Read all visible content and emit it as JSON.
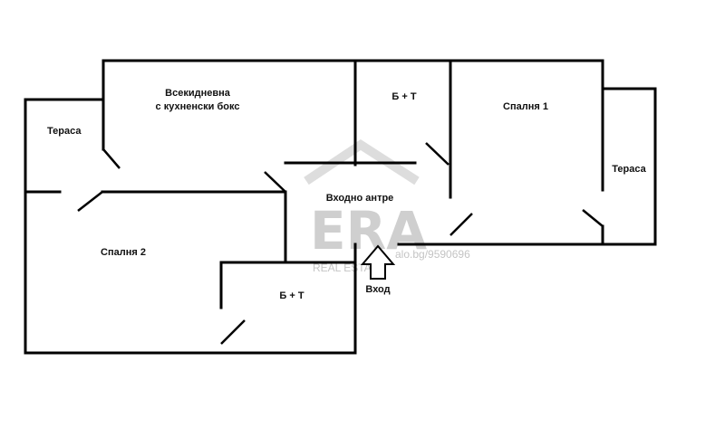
{
  "rooms": {
    "living_line1": "Всекидневна",
    "living_line2": "с кухненски бокс",
    "terrace_left": "Тераса",
    "bath_top": "Б + Т",
    "bedroom1": "Спалня 1",
    "terrace_right": "Тераса",
    "hall": "Входно антре",
    "bedroom2": "Спалня 2",
    "bath_bottom": "Б + Т",
    "entrance": "Вход"
  },
  "watermark": {
    "logo": "ERA",
    "tagline": "REAL ESTATE",
    "site_ref": "alo.bg/9590696"
  },
  "colors": {
    "walls": "#000000",
    "watermark": "#cfcfcf",
    "background": "#ffffff"
  }
}
